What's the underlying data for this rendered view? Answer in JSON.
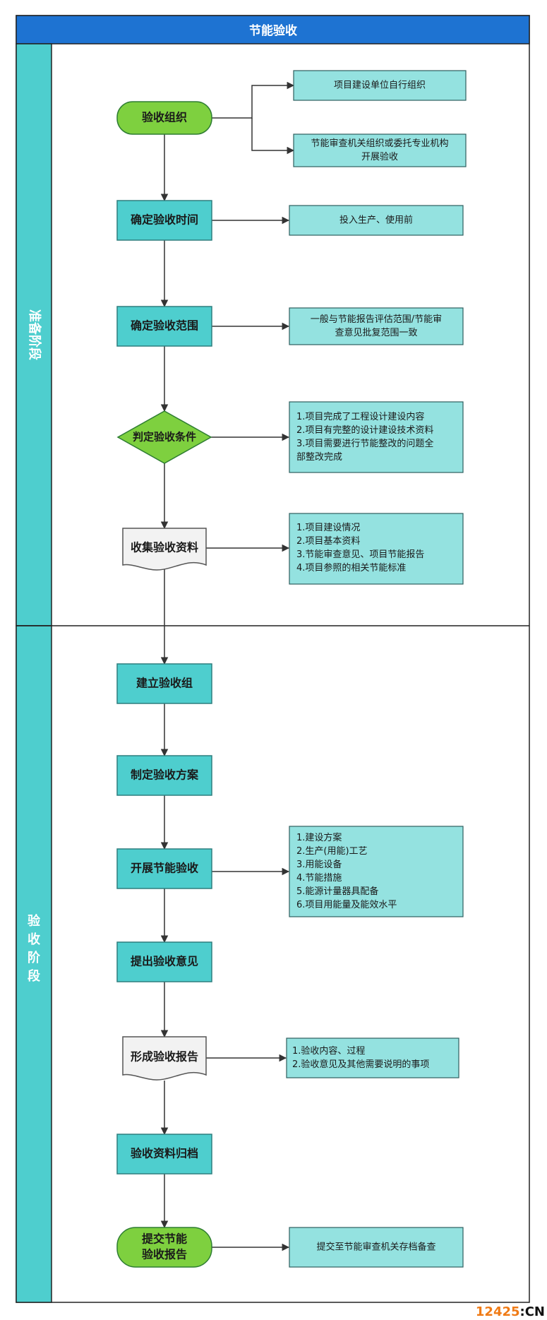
{
  "title": "节能验收",
  "colors": {
    "header": "#1e73d2",
    "lane": "#4ecece",
    "box": "#4ecece",
    "note": "#94e2e0",
    "green": "#7ed03f",
    "doc": "#f2f2f2",
    "line": "#333333",
    "watermark_num": "#f07b16"
  },
  "lanes": [
    {
      "label": "准备阶段"
    },
    {
      "label": "验收阶段"
    }
  ],
  "nodes": [
    {
      "name": "node-acceptance-org",
      "shape": "terminal",
      "lines": [
        "验收组织"
      ]
    },
    {
      "name": "node-determine-time",
      "shape": "process",
      "lines": [
        "确定验收时间"
      ]
    },
    {
      "name": "node-determine-scope",
      "shape": "process",
      "lines": [
        "确定验收范围"
      ]
    },
    {
      "name": "node-determine-conditions",
      "shape": "decision",
      "lines": [
        "判定验收条件"
      ]
    },
    {
      "name": "node-collect-materials",
      "shape": "document",
      "lines": [
        "收集验收资料"
      ]
    },
    {
      "name": "node-establish-group",
      "shape": "process",
      "lines": [
        "建立验收组"
      ]
    },
    {
      "name": "node-make-plan",
      "shape": "process",
      "lines": [
        "制定验收方案"
      ]
    },
    {
      "name": "node-carry-out",
      "shape": "process",
      "lines": [
        "开展节能验收"
      ]
    },
    {
      "name": "node-raise-opinions",
      "shape": "process",
      "lines": [
        "提出验收意见"
      ]
    },
    {
      "name": "node-form-report",
      "shape": "document",
      "lines": [
        "形成验收报告"
      ]
    },
    {
      "name": "node-archive",
      "shape": "process",
      "lines": [
        "验收资料归档"
      ]
    },
    {
      "name": "node-submit-report",
      "shape": "terminal",
      "lines": [
        "提交节能",
        "验收报告"
      ]
    }
  ],
  "notes": [
    {
      "name": "note-self-organize",
      "lines": [
        "项目建设单位自行组织"
      ]
    },
    {
      "name": "note-entrust",
      "lines": [
        "节能审查机关组织或委托专业机构",
        "开展验收"
      ]
    },
    {
      "name": "note-time",
      "lines": [
        "投入生产、使用前"
      ]
    },
    {
      "name": "note-scope",
      "lines": [
        "一般与节能报告评估范围/节能审",
        "查意见批复范围一致"
      ]
    },
    {
      "name": "note-conditions",
      "lines": [
        "1.项目完成了工程设计建设内容",
        "2.项目有完整的设计建设技术资料",
        "3.项目需要进行节能整改的问题全",
        "部整改完成"
      ]
    },
    {
      "name": "note-materials",
      "lines": [
        "1.项目建设情况",
        "2.项目基本资料",
        "3.节能审查意见、项目节能报告",
        "4.项目参照的相关节能标准"
      ]
    },
    {
      "name": "note-carry-out",
      "lines": [
        "1.建设方案",
        "2.生产(用能)工艺",
        "3.用能设备",
        "4.节能措施",
        "5.能源计量器具配备",
        "6.项目用能量及能效水平"
      ]
    },
    {
      "name": "note-report",
      "lines": [
        "1.验收内容、过程",
        "2.验收意见及其他需要说明的事项"
      ]
    },
    {
      "name": "note-submit",
      "lines": [
        "提交至节能审查机关存档备查"
      ]
    }
  ],
  "watermark": {
    "number": "12425",
    "suffix": ":CN"
  }
}
